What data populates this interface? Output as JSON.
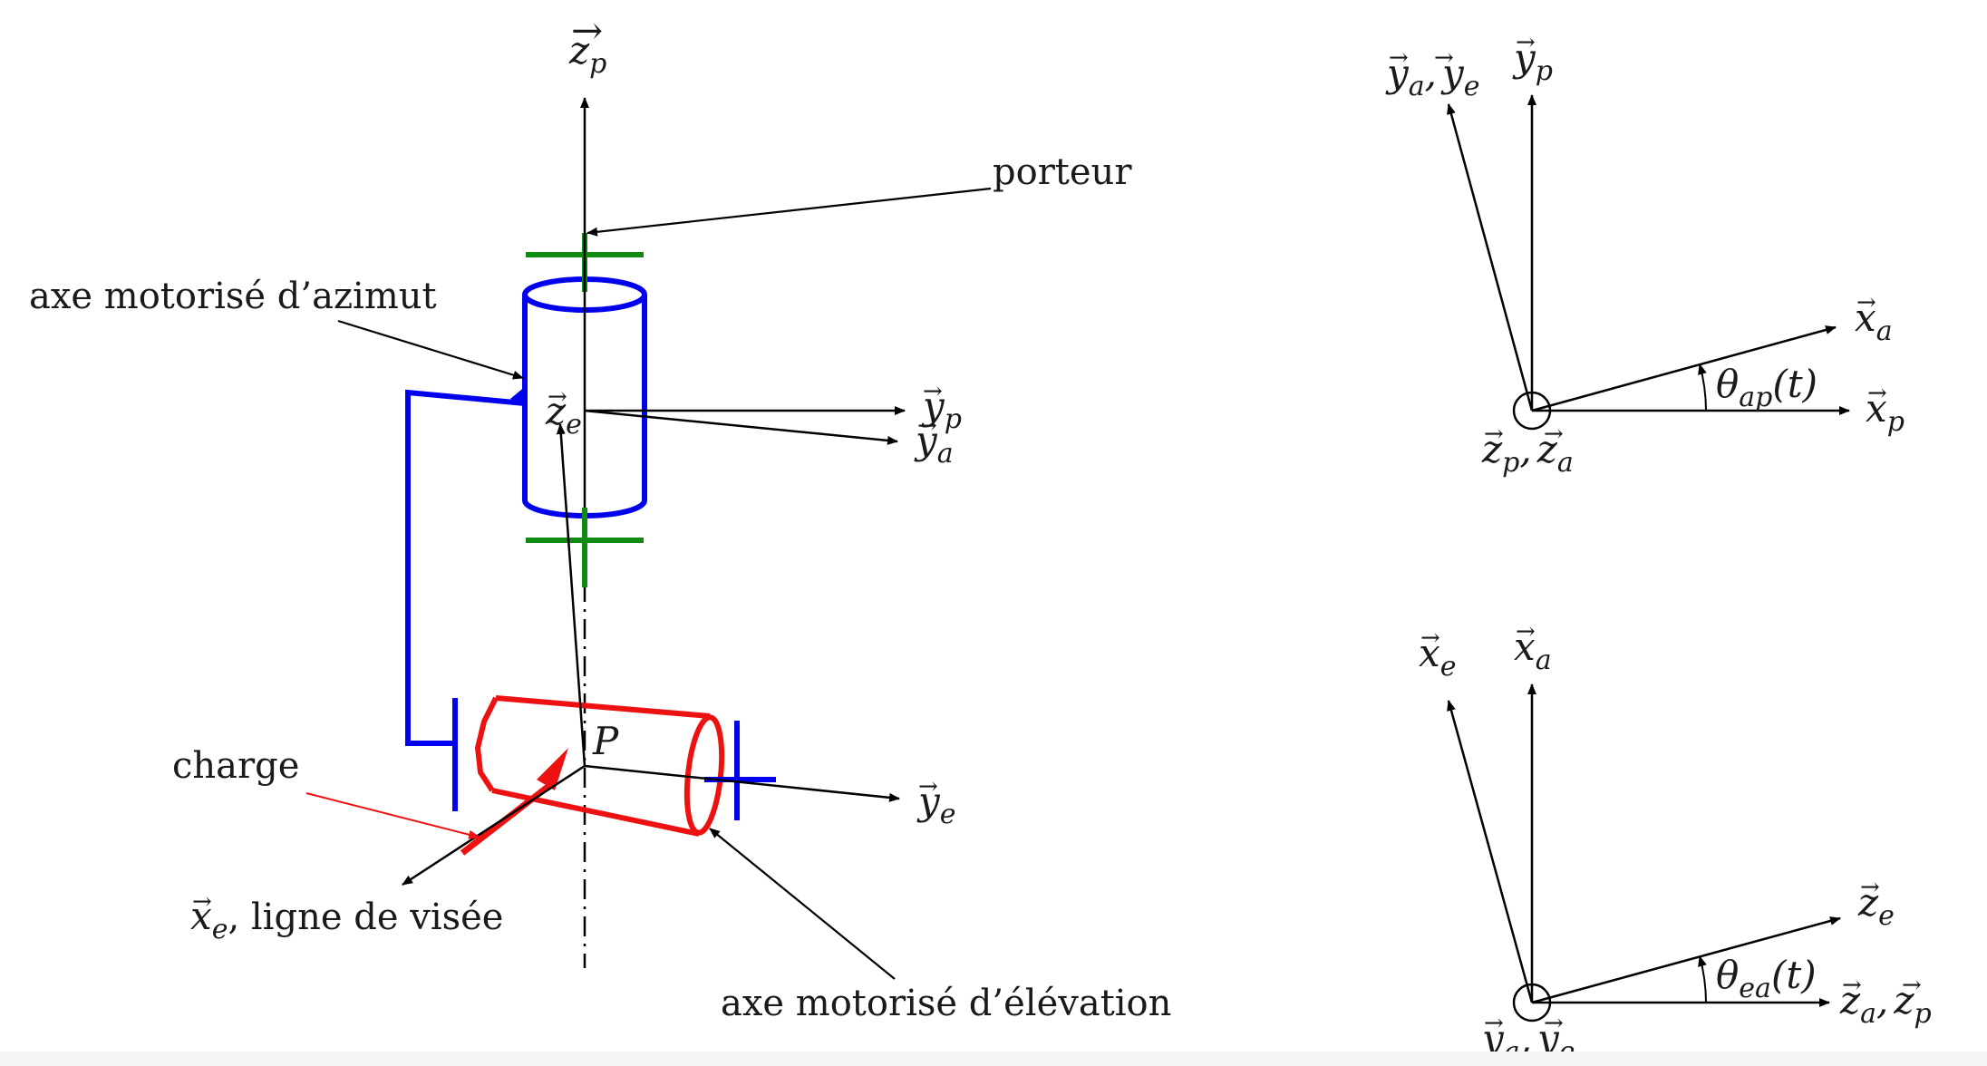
{
  "colors": {
    "ink": "#000000",
    "blue": "#0000ee",
    "green": "#118a11",
    "red": "#ee1111"
  },
  "labels": {
    "porteur": "porteur",
    "azimut": "axe motorisé d’azimut",
    "charge": "charge",
    "ligne_visee": ", ligne de visée",
    "elevation": "axe motorisé d’élévation",
    "point_p": "P"
  },
  "vec": {
    "x": "x",
    "y": "y",
    "z": "z",
    "theta": "θ",
    "t": "(t)",
    "comma": ",",
    "p": "p",
    "a": "a",
    "e": "e",
    "ap": "ap",
    "ea": "ea"
  }
}
